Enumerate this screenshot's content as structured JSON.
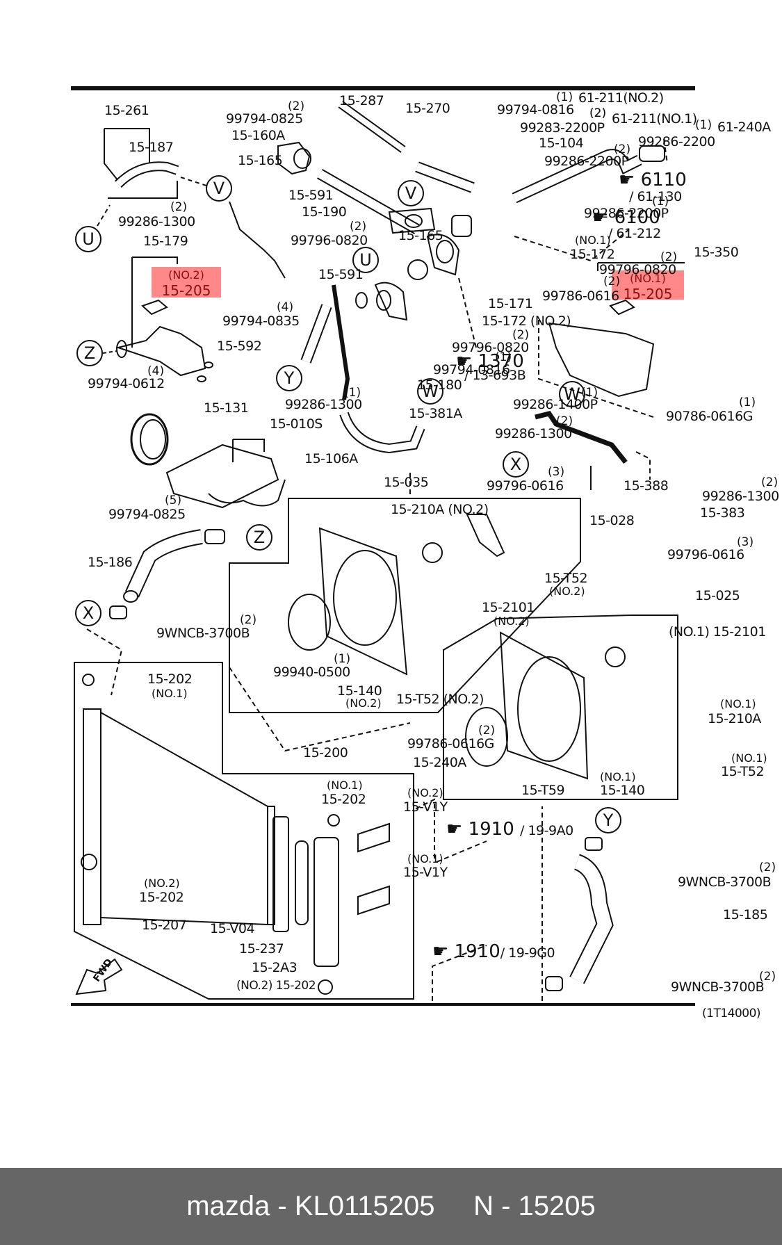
{
  "diagram": {
    "title_code": "(1T14000)",
    "forward_indicator": "FWD",
    "highlights": [
      {
        "sub": "(NO.2)",
        "part": "15-205"
      },
      {
        "sub": "(NO.1)",
        "part": "15-205"
      }
    ],
    "callout_circles": {
      "U1": "U",
      "U2": "U",
      "V1": "V",
      "V2": "V",
      "W1": "W",
      "W2": "W",
      "X1": "X",
      "X2": "X",
      "Y1": "Y",
      "Y2": "Y",
      "Z1": "Z",
      "Z2": "Z"
    },
    "cross_refs": [
      {
        "page": "6110",
        "section": "/ 61-130"
      },
      {
        "page": "6100",
        "section": "/ 61-212"
      },
      {
        "page": "1370",
        "section": "/ 13-693B"
      },
      {
        "page": "1910",
        "section": "/ 19-9A0"
      },
      {
        "page": "1910",
        "section": "/ 19-9G0"
      }
    ],
    "labels": {
      "l15_261": "15-261",
      "l15_187": "15-187",
      "l99286_1300_a": "99286-1300",
      "q_99286_1300_a": "(2)",
      "l15_179": "15-179",
      "l99794_0835": "99794-0835",
      "q_99794_0835": "(4)",
      "l15_592": "15-592",
      "l99794_0612": "99794-0612",
      "q_99794_0612": "(4)",
      "l15_131": "15-131",
      "l15_010S": "15-010S",
      "l15_106A": "15-106A",
      "l99794_0825_b": "99794-0825",
      "q_99794_0825_b": "(5)",
      "l15_186": "15-186",
      "l9WNCB_a": "9WNCB-3700B",
      "q_9WNCB_a": "(2)",
      "l99794_0825_a": "99794-0825",
      "q_99794_0825_a": "(2)",
      "l15_160A": "15-160A",
      "l15_165_a": "15-165",
      "l15_591_a": "15-591",
      "l15_190": "15-190",
      "l99796_0820_a": "99796-0820",
      "q_99796_0820_a": "(2)",
      "l15_591_b": "15-591",
      "l15_287": "15-287",
      "l15_270": "15-270",
      "l99794_0816_a": "99794-0816",
      "l99283_2200P": "99283-2200P",
      "q_99283_2200P": "(2)",
      "l15_104": "15-104",
      "l99286_2200P_a": "99286-2200P",
      "q_99286_2200P_a": "(2)",
      "l61_211_no2": "61-211(NO.2)",
      "q_61_211_no2": "(1)",
      "l61_211_no1": "61-211(NO.1)",
      "q_61_211_no1": "(2)",
      "l61_240A": "61-240A",
      "q_61_240A": "(1)",
      "l99286_2200_b": "99286-2200",
      "l99286_2200P_c": "99286-2200P",
      "q_99286_2200P_c": "(1)",
      "l15_165_b": "15-165",
      "l15_172_no1": "15-172",
      "s_15_172_no1": "(NO.1)",
      "l99796_0820_b": "99796-0820",
      "q_99796_0820_b": "(2)",
      "l99786_0616": "99786-0616",
      "q_99786_0616": "(2)",
      "l15_171": "15-171",
      "l15_172_no2": "15-172 (NO.2)",
      "l99796_0820_c": "99796-0820",
      "q_99796_0820_c": "(2)",
      "l99794_0816_b": "99794-0816",
      "q_99794_0816_b": "(1)",
      "l15_350": "15-350",
      "l90786_0616G": "90786-0616G",
      "q_90786_0616G": "(1)",
      "l15_180": "15-180",
      "l99286_1300_b": "99286-1300",
      "q_99286_1300_b": "(1)",
      "l15_381A": "15-381A",
      "l99286_1400P": "99286-1400P",
      "q_99286_1400P": "(1)",
      "l99286_1300_c": "99286-1300",
      "q_99286_1300_c": "(2)",
      "l99796_0616_a": "99796-0616",
      "q_99796_0616_a": "(3)",
      "l15_388": "15-388",
      "l99286_1300_d": "99286-1300",
      "q_99286_1300_d": "(2)",
      "l15_383": "15-383",
      "l15_035": "15-035",
      "l15_210A_no2": "15-210A (NO.2)",
      "l15_028": "15-028",
      "l15_T52_no2_a": "15-T52",
      "s_15_T52_no2_a": "(NO.2)",
      "l15_2101_no2": "15-2101",
      "s_15_2101_no2": "(NO.2)",
      "l99940_0500": "99940-0500",
      "q_99940_0500": "(1)",
      "l15_140_no2": "15-140",
      "s_15_140_no2": "(NO.2)",
      "l15_T52_no2_b": "15-T52 (NO.2)",
      "l99796_0616_b": "99796-0616",
      "q_99796_0616_b": "(3)",
      "l15_025": "15-025",
      "l15_2101_no1": "(NO.1) 15-2101",
      "l15_210A_no1": "15-210A",
      "s_15_210A_no1": "(NO.1)",
      "l15_T52_no1": "15-T52",
      "s_15_T52_no1": "(NO.1)",
      "l15_T59": "15-T59",
      "l15_140_no1": "15-140",
      "s_15_140_no1": "(NO.1)",
      "l15_202_no1_a": "15-202",
      "s_15_202_no1_a": "(NO.1)",
      "l99786_0616G": "99786-0616G",
      "q_99786_0616G": "(2)",
      "l15_240A": "15-240A",
      "l15_200": "15-200",
      "l15_202_no1_b": "15-202",
      "s_15_202_no1_b": "(NO.1)",
      "l15_V1Y_no2": "15-V1Y",
      "s_15_V1Y_no2": "(NO.2)",
      "l15_V1Y_no1": "15-V1Y",
      "s_15_V1Y_no1": "(NO.1)",
      "l15_202_no2_a": "15-202",
      "s_15_202_no2_a": "(NO.2)",
      "l15_207": "15-207",
      "l15_V04": "15-V04",
      "l15_237": "15-237",
      "l15_2A3": "15-2A3",
      "l15_202_no2_b": "(NO.2) 15-202",
      "l9WNCB_b": "9WNCB-3700B",
      "q_9WNCB_b": "(2)",
      "l15_185": "15-185",
      "l9WNCB_c": "9WNCB-3700B",
      "q_9WNCB_c": "(2)"
    }
  },
  "footer": {
    "text": "mazda - KL0115205     N - 15205"
  }
}
